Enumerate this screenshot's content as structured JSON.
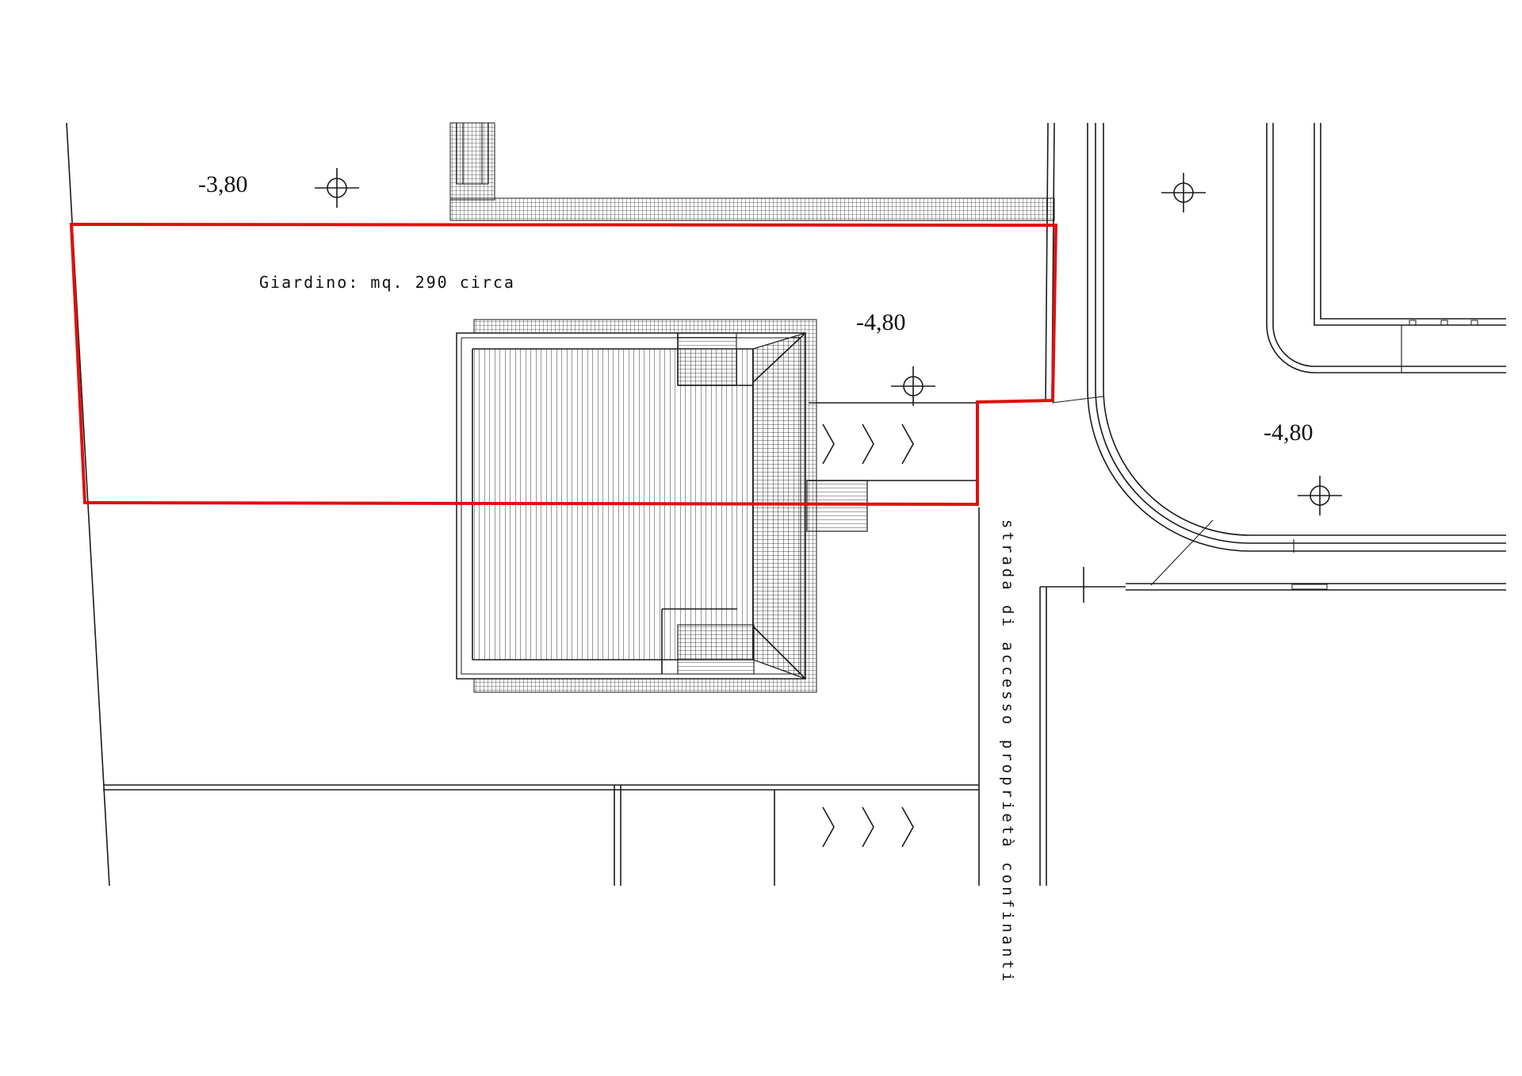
{
  "labels": {
    "garden": "Giardino: mq. 290 circa",
    "access_road": "strada di accesso proprietà confinanti",
    "elevation_nw": "-3,80",
    "elevation_ne": "-4,80",
    "elevation_e": "-4,80"
  },
  "colors": {
    "boundary": "#e01010",
    "linework": "#1a1a1a",
    "background": "#ffffff"
  },
  "icons": {
    "elevation_marker": "crosshair-circle-icon",
    "direction_arrow": "chevron-right-icon"
  }
}
